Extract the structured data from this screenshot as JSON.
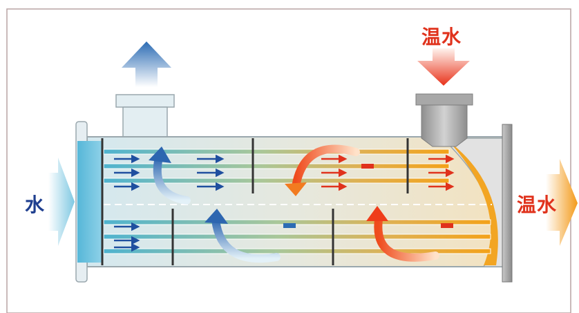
{
  "labels": {
    "water_inlet": "水",
    "warm_water_inlet": "温水",
    "warm_water_outlet": "温水"
  },
  "colors": {
    "cold": "#5fb5d8",
    "cold_dark": "#1f4f9f",
    "hot": "#f0a020",
    "hot_dark": "#e0321c",
    "shell": "#d9e3e7",
    "frame_border": "#b9a3a3"
  }
}
